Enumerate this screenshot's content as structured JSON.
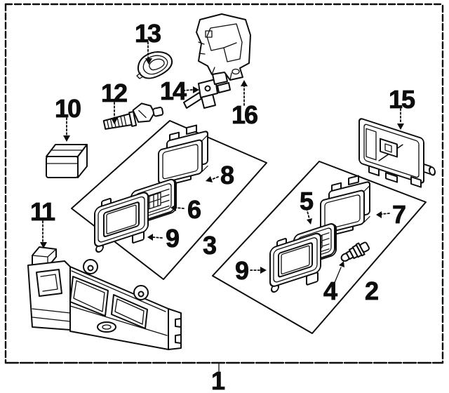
{
  "callouts": {
    "c1": "1",
    "c2": "2",
    "c3": "3",
    "c4": "4",
    "c5": "5",
    "c6": "6",
    "c7": "7",
    "c8": "8",
    "c9a": "9",
    "c9b": "9",
    "c10": "10",
    "c11": "11",
    "c12": "12",
    "c13": "13",
    "c14": "14",
    "c15": "15",
    "c16": "16"
  },
  "colors": {
    "line": "#0d0d0d",
    "bg": "#ffffff"
  }
}
